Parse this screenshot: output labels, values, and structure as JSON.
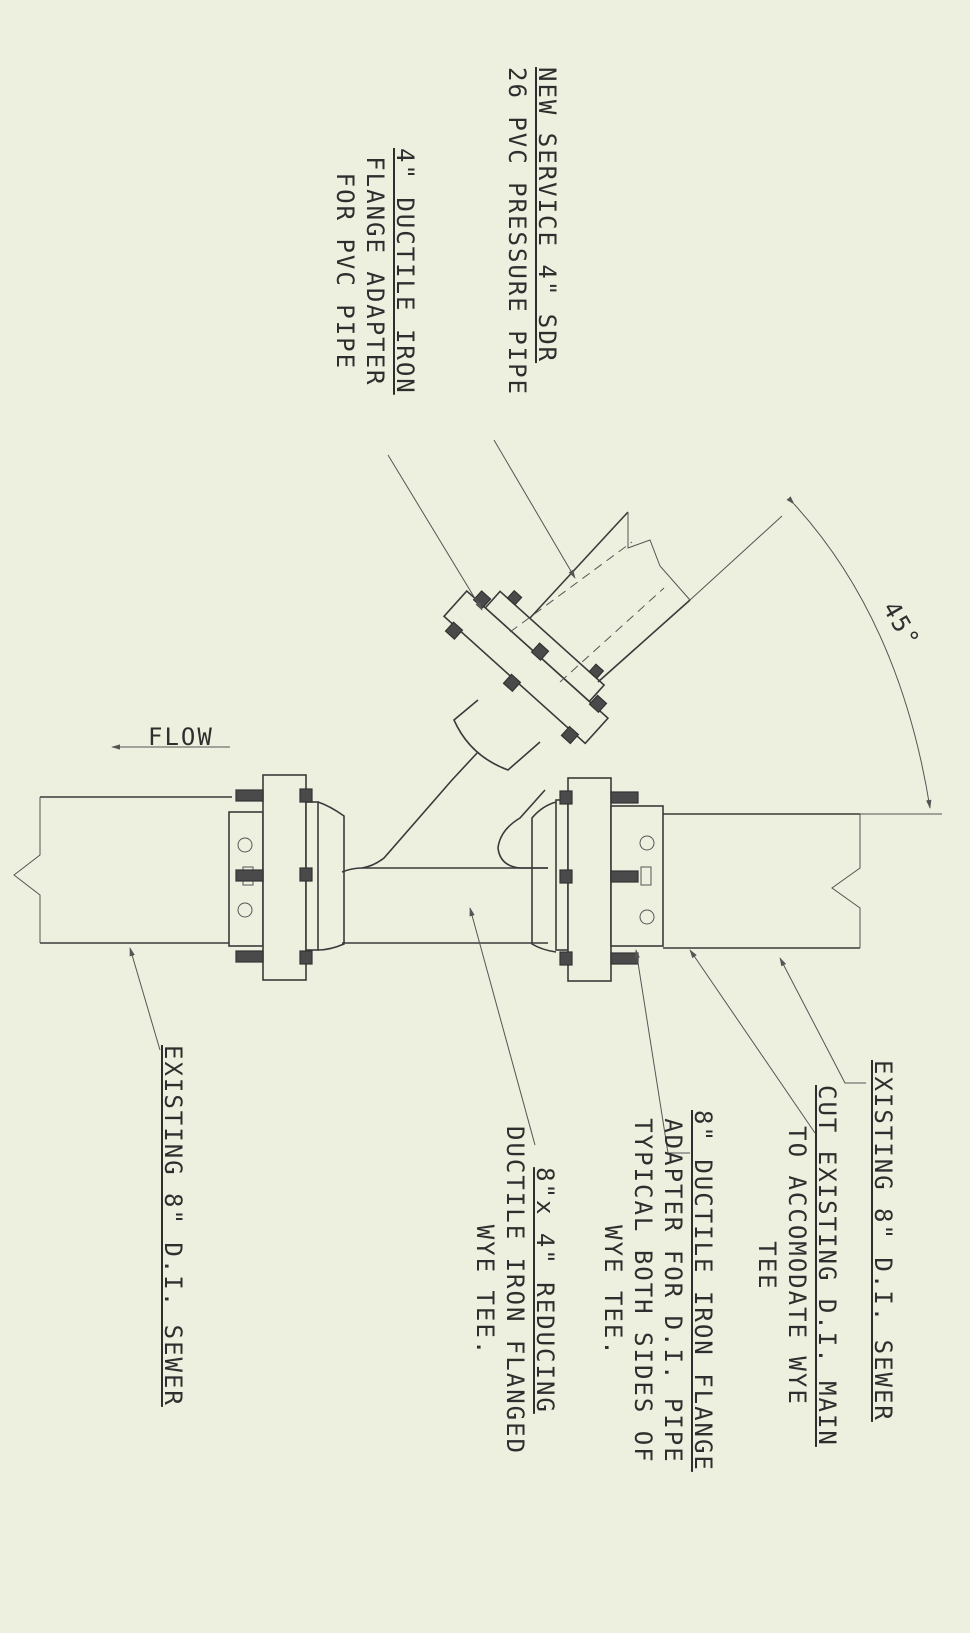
{
  "labels": {
    "new_service": [
      "NEW SERVICE 4\" SDR",
      "26 PVC PRESSURE PIPE"
    ],
    "flange_adapter_4in": [
      "4\" DUCTILE IRON",
      "FLANGE ADAPTER",
      "FOR PVC PIPE"
    ],
    "flow": "FLOW",
    "angle": "45°",
    "existing_sewer_top": "EXISTING 8\" D.I. SEWER",
    "cut_main": [
      "CUT EXISTING D.I. MAIN",
      "TO ACCOMODATE WYE",
      "TEE"
    ],
    "flange_adapter_8in": [
      "8\" DUCTILE IRON FLANGE",
      "ADAPTER FOR D.I. PIPE",
      "TYPICAL BOTH SIDES OF",
      "WYE TEE."
    ],
    "reducing_wye": [
      "8\"x 4\" REDUCING",
      "DUCTILE IRON FLANGED",
      "WYE TEE."
    ],
    "existing_sewer_bottom": "EXISTING 8\" D.I. SEWER"
  },
  "colors": {
    "background": "#eef0df",
    "linework": "#3a3a3a"
  }
}
